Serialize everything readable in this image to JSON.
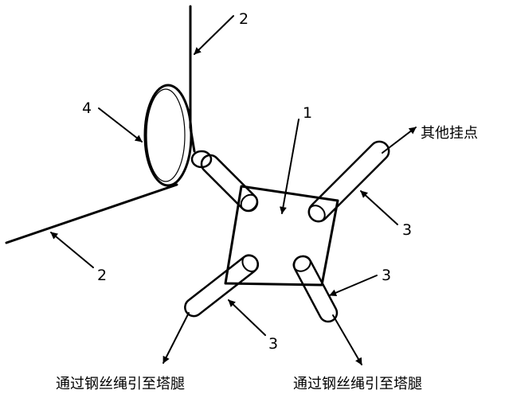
{
  "labels": {
    "plate": "1",
    "rope_top": "2",
    "rope_left": "2",
    "shackle_upper_right": "3",
    "shackle_lower_right": "3",
    "shackle_lower_left": "3",
    "ring": "4"
  },
  "captions": {
    "other_point": "其他挂点",
    "to_leg_left": "通过钢丝绳引至塔腿",
    "to_leg_right": "通过钢丝绳引至塔腿"
  }
}
